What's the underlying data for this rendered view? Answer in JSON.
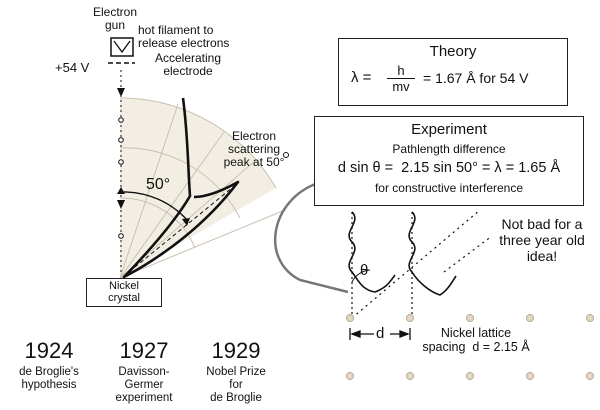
{
  "apparatus": {
    "electron_gun": "Electron\ngun",
    "filament": "hot filament to\nrelease electrons",
    "voltage": "+54 V",
    "electrode": "Accelerating\nelectrode",
    "scattering_peak": "Electron\nscattering\npeak at 50°",
    "angle": "50°",
    "crystal": "Nickel\ncrystal"
  },
  "theory": {
    "title": "Theory",
    "lambda": "λ =",
    "numerator": "h",
    "denominator": "mv",
    "result": "= 1.67 Å for 54 V"
  },
  "experiment": {
    "title": "Experiment",
    "subtitle": "Pathlength difference",
    "equation": "d sin θ =  2.15 sin 50° = λ = 1.65 Å",
    "footer": "for constructive interference"
  },
  "lattice": {
    "theta": "θ",
    "d": "d",
    "caption": "Nickel lattice\nspacing  d = 2.15 Å",
    "remark": "Not bad for a\nthree year old\nidea!"
  },
  "timeline": [
    {
      "year": "1924",
      "caption": "de Broglie's\nhypothesis"
    },
    {
      "year": "1927",
      "caption": "Davisson-\nGermer\nexperiment"
    },
    {
      "year": "1929",
      "caption": "Nobel Prize\nfor\nde Broglie"
    }
  ]
}
